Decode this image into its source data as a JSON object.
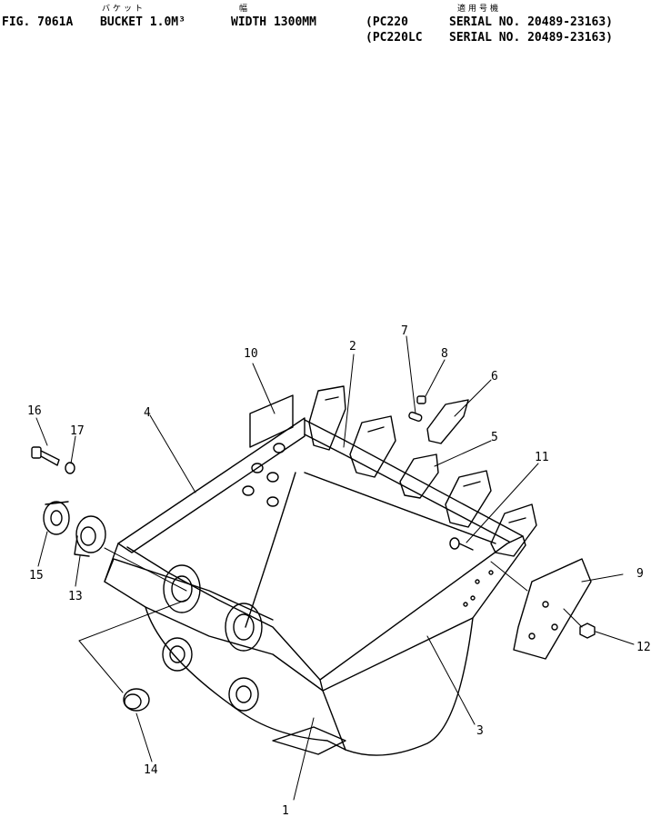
{
  "header": {
    "jp_bucket": "バケット",
    "jp_width": "幅",
    "jp_applicable": "適用号機",
    "fig": "FIG. 7061A",
    "title": "BUCKET 1.0M³",
    "width_text": "WIDTH 1300MM",
    "model1": "(PC220",
    "serial1": "SERIAL NO. 20489-23163)",
    "model2": "(PC220LC",
    "serial2": "SERIAL NO. 20489-23163)"
  },
  "callouts": [
    "1",
    "2",
    "3",
    "4",
    "5",
    "6",
    "7",
    "8",
    "9",
    "10",
    "11",
    "12",
    "13",
    "14",
    "15",
    "16",
    "17"
  ]
}
